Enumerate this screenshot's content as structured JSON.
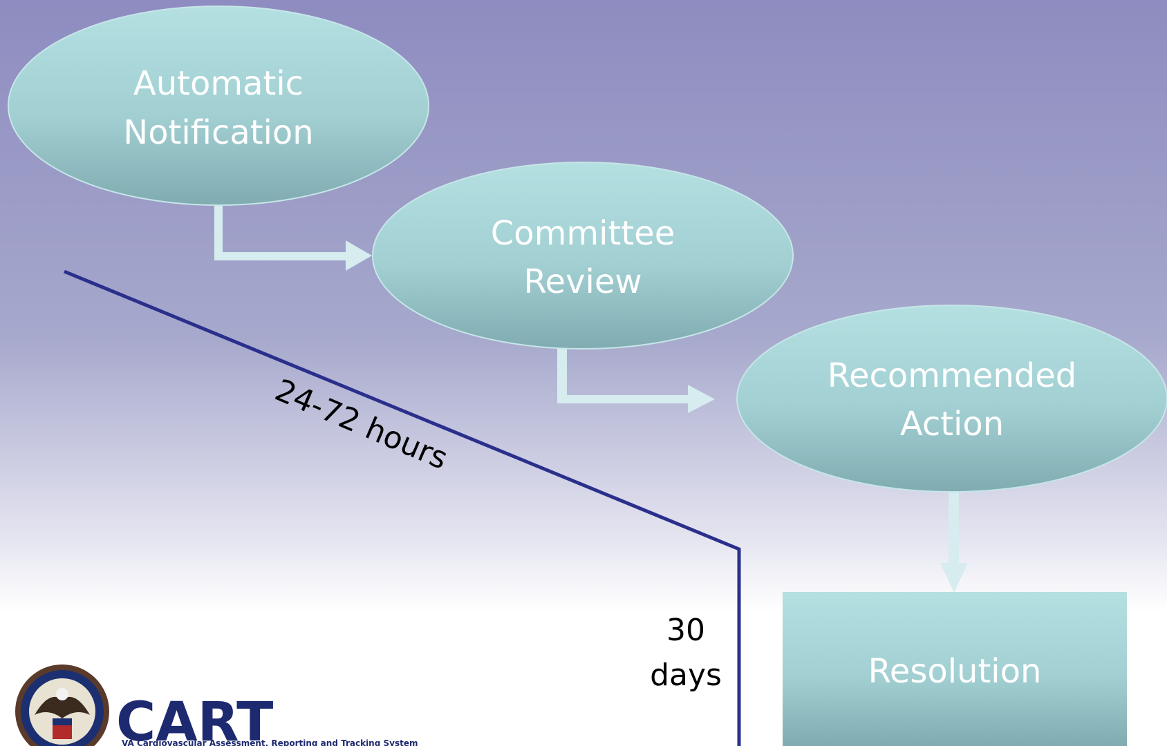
{
  "steps": {
    "automatic_notification": {
      "line1": "Automatic",
      "line2": "Notification"
    },
    "committee_review": {
      "line1": "Committee",
      "line2": "Review"
    },
    "recommended_action": {
      "line1": "Recommended",
      "line2": "Action"
    },
    "resolution": {
      "label": "Resolution"
    }
  },
  "timeline": {
    "first_interval": "24-72 hours",
    "second_interval_line1": "30",
    "second_interval_line2": "days"
  },
  "logo": {
    "name": "CART",
    "subtitle": "VA Cardiovascular Assessment, Reporting and Tracking System"
  },
  "colors": {
    "node_top": "#b4e0e2",
    "node_bottom": "#82aeb3",
    "connector": "#d6ecef",
    "timeline": "#2a2f8c",
    "bg_top": "#8e8cc0",
    "bg_bottom": "#ffffff"
  }
}
